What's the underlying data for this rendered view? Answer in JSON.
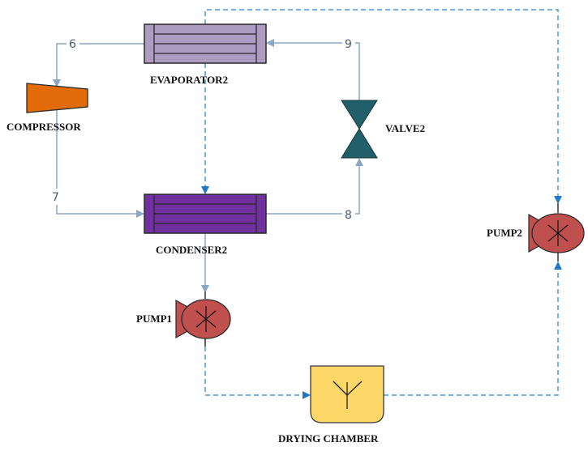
{
  "title": "Heat pump drying system schematic",
  "colors": {
    "refrigerant_line": "#8aa8c4",
    "water_line": "#4a9ad6",
    "evaporator_fill": "#ad9bc2",
    "condenser_fill": "#7030a0",
    "compressor_fill": "#e36c0a",
    "valve_fill": "#215f6a",
    "pump_fill": "#c0504d",
    "drying_chamber_fill": "#fdd868",
    "outline": "#2a2a2a"
  },
  "components": {
    "evaporator": {
      "label": "EVAPORATOR2"
    },
    "condenser": {
      "label": "CONDENSER2"
    },
    "compressor": {
      "label": "COMPRESSOR"
    },
    "valve": {
      "label": "VALVE2"
    },
    "pump1": {
      "label": "PUMP1"
    },
    "pump2": {
      "label": "PUMP2"
    },
    "drying_chamber": {
      "label": "DRYING CHAMBER"
    }
  },
  "streams": {
    "s6": "6",
    "s7": "7",
    "s8": "8",
    "s9": "9"
  }
}
